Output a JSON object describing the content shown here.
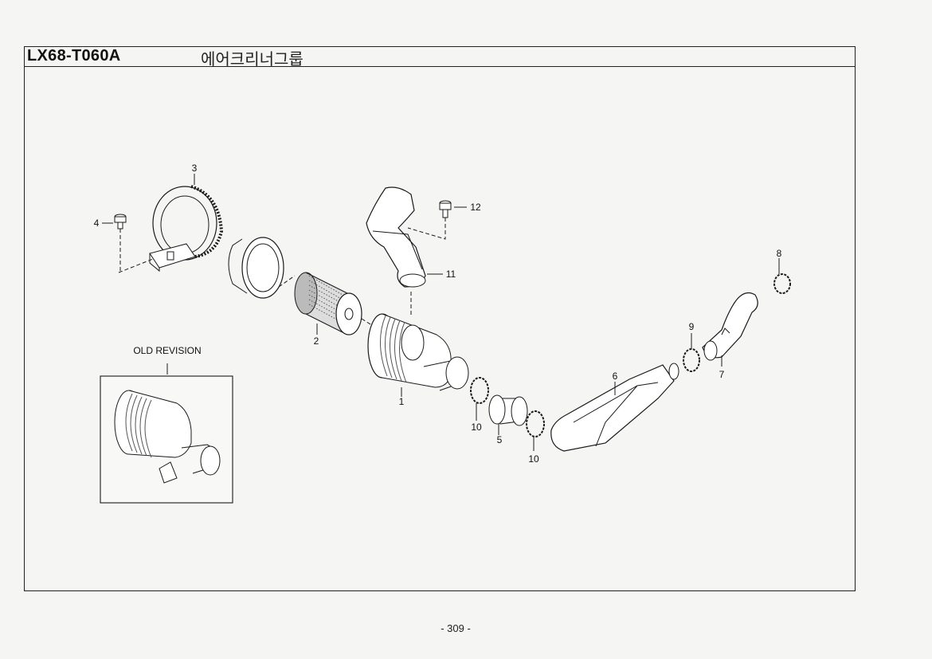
{
  "header": {
    "code": "LX68-T060A",
    "group_name": "에어크리너그룹"
  },
  "callouts": [
    "1",
    "2",
    "3",
    "4",
    "5",
    "6",
    "7",
    "8",
    "9",
    "10",
    "10",
    "11",
    "12"
  ],
  "old_revision_label": "OLD REVISION",
  "footer": {
    "page": "- 309 -"
  }
}
